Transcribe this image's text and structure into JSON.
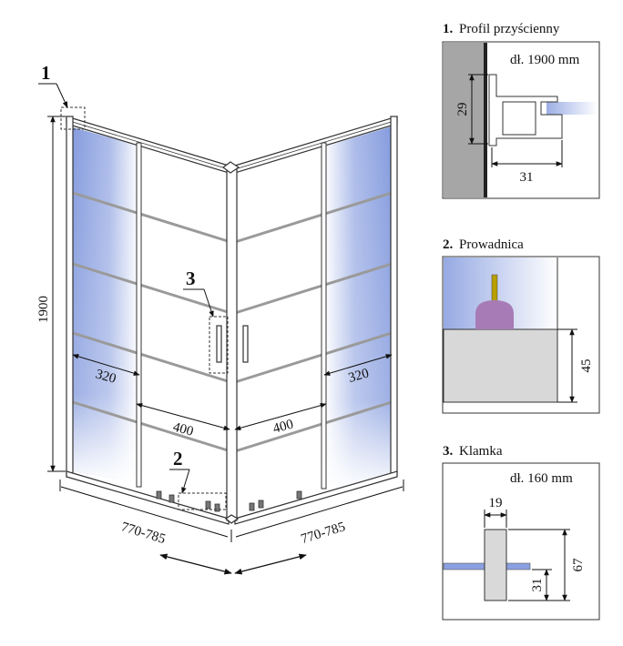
{
  "main": {
    "callouts": [
      "1",
      "2",
      "3"
    ],
    "height_label": "1900",
    "fixed_width_left": "320",
    "fixed_width_right": "320",
    "door_width_left": "400",
    "door_width_right": "400",
    "span_left": "770-785",
    "span_right": "770-785"
  },
  "details": {
    "profile": {
      "number": "1.",
      "title": "Profil przyścienny",
      "length_note": "dł. 1900 mm",
      "height": "29",
      "depth": "31"
    },
    "guide": {
      "number": "2.",
      "title": "Prowadnica",
      "height": "45"
    },
    "handle": {
      "number": "3.",
      "title": "Klamka",
      "length_note": "dł. 160 mm",
      "width": "19",
      "height": "67",
      "offset": "31"
    }
  },
  "colors": {
    "glass_tint": "#8aa0e0",
    "frame": "#333333",
    "grid_bars": "#9a9a9a",
    "wall": "#a6a6a6",
    "roller": "#a77bb5",
    "floor_block": "#d8d8d8"
  }
}
